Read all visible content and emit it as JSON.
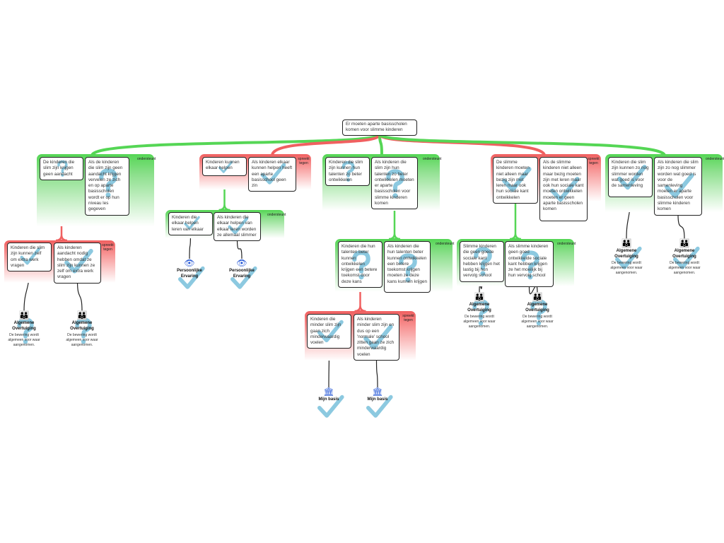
{
  "root": "Er moeten aparte basisscholen komen voor slimme kinderen",
  "colors": {
    "support": "#55d655",
    "oppose": "#f06060",
    "watermark": "#8cc9e0",
    "source_icon": "#2a5bd7"
  },
  "groups": [
    {
      "type": "green",
      "label": "ondersteunt",
      "mark": "?",
      "boxes": [
        "De kinderen die slim zijn krijgen geen aandacht",
        "Als de kinderen die slim zijn geen aandacht krijgen vervelen ze zich en op aparte basisscholen wordt er op hun niveau les gegeven"
      ]
    },
    {
      "type": "red",
      "label": "spreekt tegen",
      "mark": "✓",
      "boxes": [
        "Kinderen die slim zijn kunnen zelf om extra werk vragen",
        "Als kinderen aandacht nodig hebben omdat ze slim zijn kunnen ze zelf om extra werk vragen"
      ]
    },
    {
      "type": "red",
      "label": "spreekt tegen",
      "mark": "✓",
      "boxes": [
        "Kinderen kunnen elkaar helpen",
        "Als kinderen elkaar kunnen helpen heeft een aparte basisschool geen zin"
      ]
    },
    {
      "type": "green",
      "label": "ondersteunt",
      "mark": "✓",
      "boxes": [
        "Kinderen die elkaar helpen leren van elkaar",
        "Als kinderen die elkaar helpen van elkaar leren worden ze allemaal slimmer"
      ]
    },
    {
      "type": "green",
      "label": "ondersteunt",
      "mark": "?",
      "boxes": [
        "Kinderen die slim zijn kunnen hun talenten zo beter ontwikkelen",
        "Als kinderen die slim zijn hun talenten zo beter ontwikkelen moeten er aparte basisscholen voor slimme kinderen komen"
      ]
    },
    {
      "type": "green",
      "label": "ondersteunt",
      "mark": "?",
      "boxes": [
        "Kinderen die hun talenten beter kunnen ontwikkelen krijgen een betere toekomst door deze kans",
        "Als kinderen die hun talenten beter kunnen ontwikkelen een betere toekomst krijgen moeten ze deze kans kunnen krijgen"
      ]
    },
    {
      "type": "red",
      "label": "spreekt tegen",
      "mark": "✓",
      "boxes": [
        "Kinderen die minder slim zijn gaan zich minderwaardig voelen",
        "Als kinderen minder slim zijn en dus op een 'normale' school zitten gaan ze zich minderwaardig voelen"
      ]
    },
    {
      "type": "red",
      "label": "spreekt tegen",
      "mark": "✓",
      "boxes": [
        "De slimme kinderen moeten niet alleen maar bezig zijn met leren maar ook hun sociale kant ontwikkelen",
        "Als de slimme kinderen niet alleen maar bezig moeten zijn met leren maar ook hun sociale kant moeten ontwikkelen moeten er geen aparte basisscholen komen"
      ]
    },
    {
      "type": "green",
      "label": "ondersteunt",
      "mark": "?",
      "boxes": [
        "Slimme kinderen die geen goede sociale kant hebben krijgen het lastig bij hun vervolg school",
        "Als slimme kinderen geen goed ontwikkelde sociale kant hebben krijgen ze het moeilijk bij hun vervolg school"
      ]
    },
    {
      "type": "green",
      "label": "ondersteunt",
      "mark": "✓",
      "boxes": [
        "Kinderen die slim zijn kunnen zo nog slimmer worden wat goed is voor de samenleving",
        "Als kinderen die slim zijn zo nog slimmer worden wat goed is voor de samenleving moeten er aparte basisscholen voor slimme kinderen komen"
      ]
    }
  ],
  "sources": [
    {
      "icon": "people-icon",
      "title": "Algemene Overtuiging",
      "desc": "De bewering wordt algemeen voor waar aangenomen.",
      "mark": "?"
    },
    {
      "icon": "eye-icon",
      "title": "Persoonlijke Ervaring",
      "desc": "",
      "mark": "✓"
    },
    {
      "icon": "pillar-icon",
      "title": "Mijn basis",
      "desc": "",
      "mark": "✓"
    }
  ]
}
